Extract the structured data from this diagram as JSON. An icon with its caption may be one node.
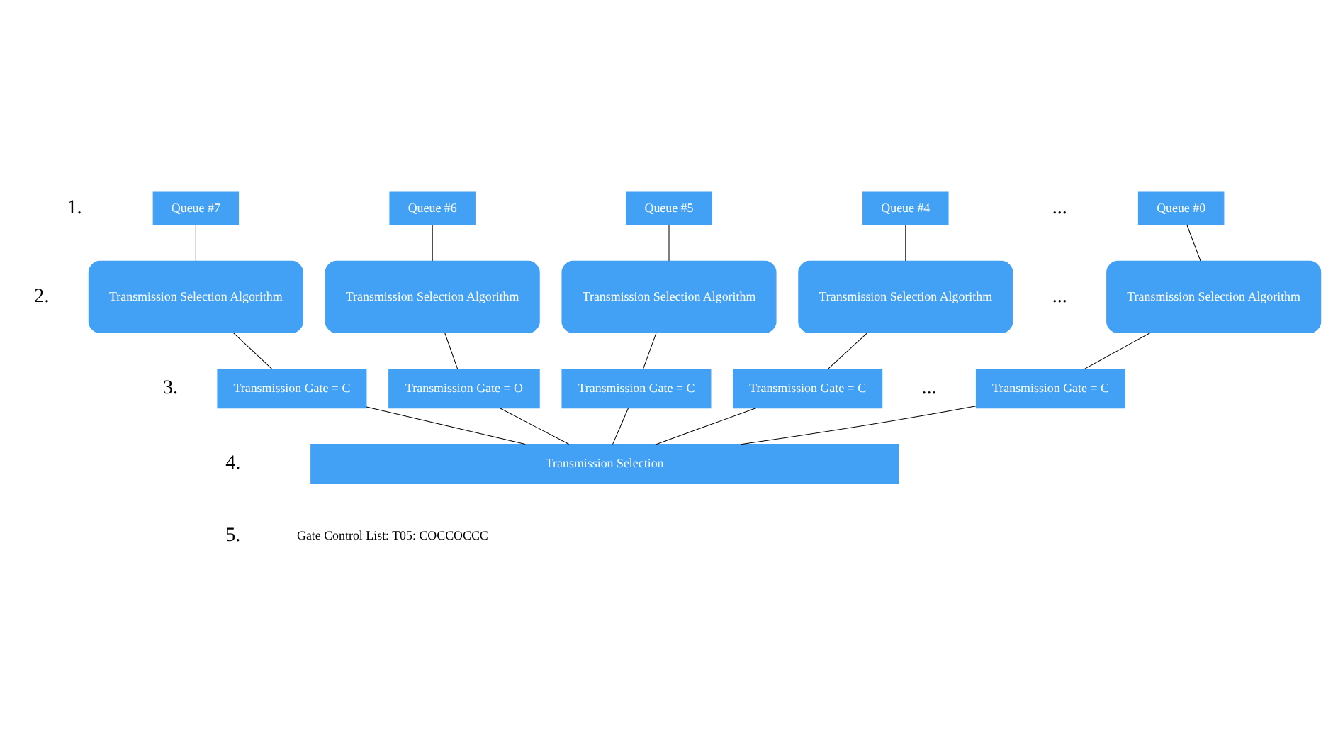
{
  "diagram": {
    "nodes": [
      {
        "text": [
          "Queue #7"
        ]
      },
      {
        "text": [
          "Queue #6"
        ]
      },
      {
        "text": [
          "Queue #5"
        ]
      },
      {
        "text": [
          "Queue #4"
        ]
      },
      {
        "text": [
          "Queue #0"
        ]
      },
      {
        "text": [
          "Transmission Selection Algorithm"
        ]
      },
      {
        "text": [
          "Transmission Selection Algorithm"
        ]
      },
      {
        "text": [
          "Transmission Selection Algorithm"
        ]
      },
      {
        "text": [
          "Transmission Selection Algorithm"
        ]
      },
      {
        "text": [
          "Transmission Selection Algorithm"
        ]
      },
      {
        "text": [
          "Transmission Gate = C"
        ]
      },
      {
        "text": [
          "Transmission Gate = O"
        ]
      },
      {
        "text": [
          "Transmission Gate = C"
        ]
      },
      {
        "text": [
          "Transmission Gate = C"
        ]
      },
      {
        "text": [
          "Transmission Gate = C"
        ]
      },
      {
        "text": [
          "Transmission Selection"
        ]
      }
    ],
    "edges": [
      {
        "from": 0,
        "to": 5,
        "arrow": "none"
      },
      {
        "from": 1,
        "to": 6,
        "arrow": "none"
      },
      {
        "from": 2,
        "to": 7,
        "arrow": "none"
      },
      {
        "from": 3,
        "to": 8,
        "arrow": "none"
      },
      {
        "from": 4,
        "to": 9,
        "arrow": "none"
      },
      {
        "from": 5,
        "to": 10,
        "arrow": "none"
      },
      {
        "from": 6,
        "to": 11,
        "arrow": "none"
      },
      {
        "from": 7,
        "to": 12,
        "arrow": "none"
      },
      {
        "from": 8,
        "to": 13,
        "arrow": "none"
      },
      {
        "from": 9,
        "to": 14,
        "arrow": "none"
      },
      {
        "from": 10,
        "to": 15,
        "arrow": "none"
      },
      {
        "from": 11,
        "to": 15,
        "arrow": "none"
      },
      {
        "from": 12,
        "to": 15,
        "arrow": "none"
      },
      {
        "from": 13,
        "to": 15,
        "arrow": "none"
      },
      {
        "from": 14,
        "to": 15,
        "arrow": "none"
      }
    ],
    "labels": [
      "1.",
      "...",
      "2.",
      "...",
      "3.",
      "...",
      "4.",
      "5.",
      "Gate Control List: T05: COCCOCCC"
    ]
  }
}
